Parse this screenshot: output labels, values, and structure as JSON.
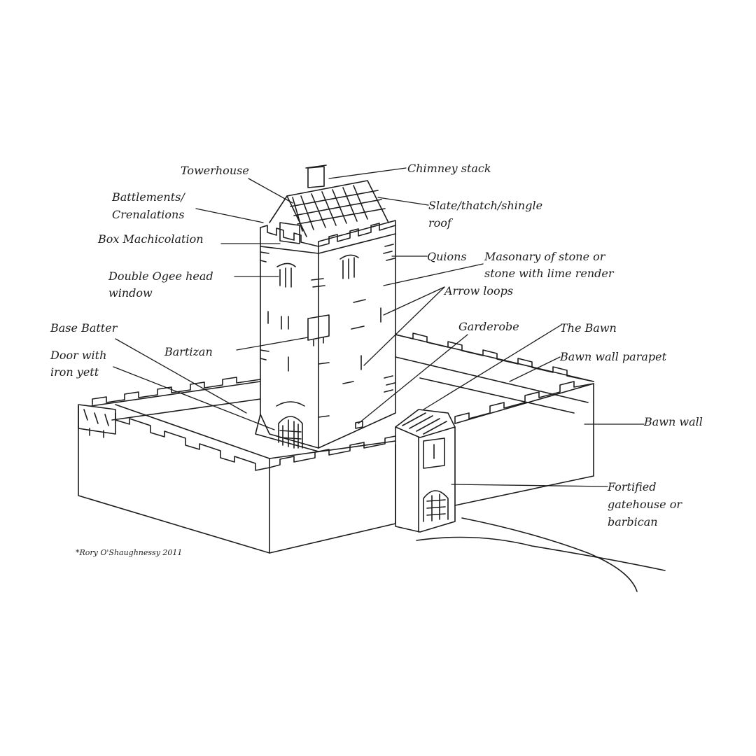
{
  "labels": {
    "towerhouse": "Towerhouse",
    "chimney_stack": "Chimney stack",
    "battlements_l1": "Battlements/",
    "battlements_l2": "Crenalations",
    "roof_l1": "Slate/thatch/shingle",
    "roof_l2": "roof",
    "box_machicolation": "Box Machicolation",
    "quoins": "Quions",
    "masonry_l1": "Masonary of stone or",
    "masonry_l2": "stone with lime render",
    "window_l1": "Double Ogee head",
    "window_l2": "window",
    "arrow_loops": "Arrow loops",
    "base_batter": "Base Batter",
    "garderobe": "Garderobe",
    "the_bawn": "The Bawn",
    "door_l1": "Door with",
    "door_l2": "iron yett",
    "bartizan": "Bartizan",
    "bawn_wall_parapet": "Bawn wall parapet",
    "bawn_wall": "Bawn wall",
    "gatehouse_l1": "Fortified",
    "gatehouse_l2": "gatehouse or",
    "gatehouse_l3": "barbican"
  },
  "credit": "*Rory O'Shaughnessy 2011",
  "colors": {
    "ink": "#1c1c1c",
    "paper": "#ffffff"
  }
}
